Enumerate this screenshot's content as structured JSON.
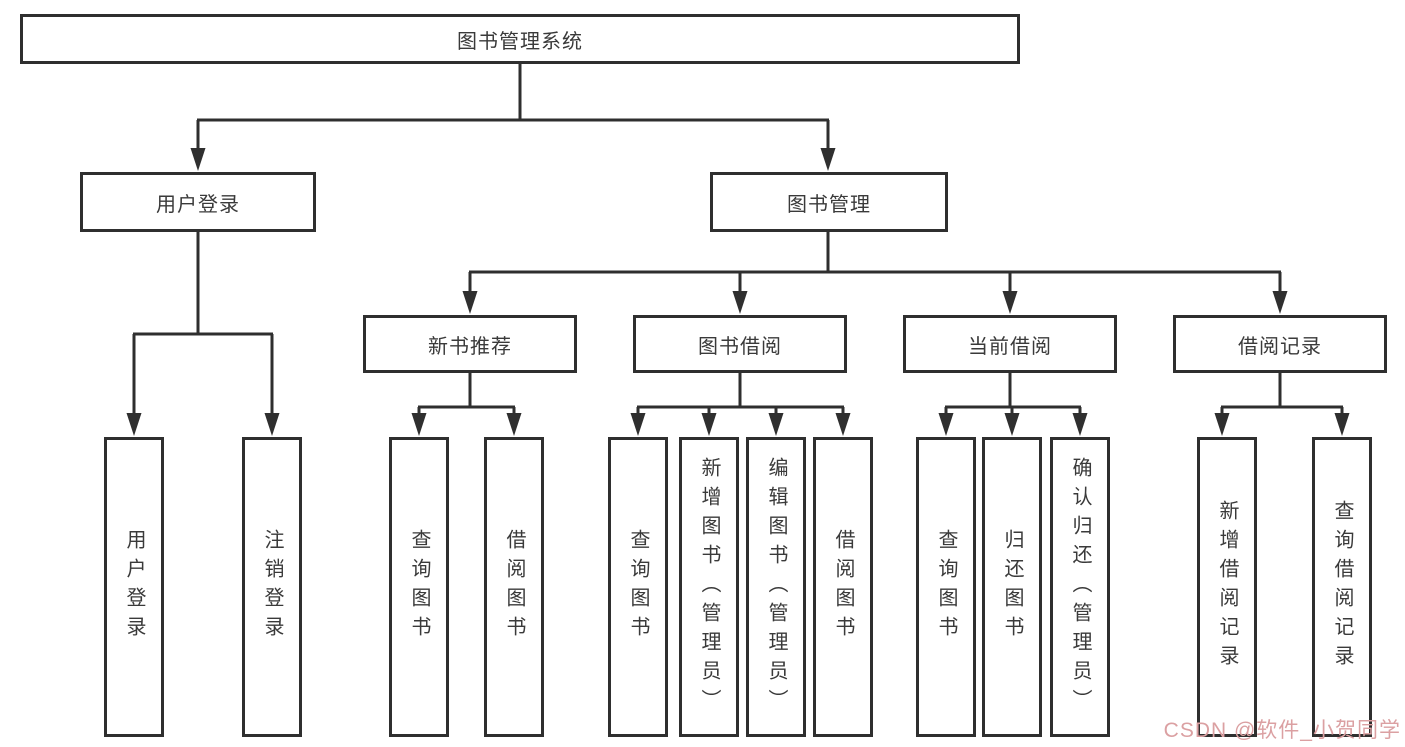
{
  "tree": {
    "label": "图书管理系统",
    "children": [
      {
        "label": "用户登录",
        "children": [
          {
            "label": "用户登录"
          },
          {
            "label": "注销登录"
          }
        ]
      },
      {
        "label": "图书管理",
        "children": [
          {
            "label": "新书推荐",
            "children": [
              {
                "label": "查询图书"
              },
              {
                "label": "借阅图书"
              }
            ]
          },
          {
            "label": "图书借阅",
            "children": [
              {
                "label": "查询图书"
              },
              {
                "label": "新增图书（管理员）"
              },
              {
                "label": "编辑图书（管理员）"
              },
              {
                "label": "借阅图书"
              }
            ]
          },
          {
            "label": "当前借阅",
            "children": [
              {
                "label": "查询图书"
              },
              {
                "label": "归还图书"
              },
              {
                "label": "确认归还（管理员）"
              }
            ]
          },
          {
            "label": "借阅记录",
            "children": [
              {
                "label": "新增借阅记录"
              },
              {
                "label": "查询借阅记录"
              }
            ]
          }
        ]
      }
    ]
  },
  "watermark": {
    "text": "CSDN @软件_小贺同学",
    "color": "#dba0a2"
  },
  "colors": {
    "line": "#2f2f2f",
    "box_border": "#2f2f2f",
    "text": "#3a3a3a",
    "background": "#ffffff"
  }
}
